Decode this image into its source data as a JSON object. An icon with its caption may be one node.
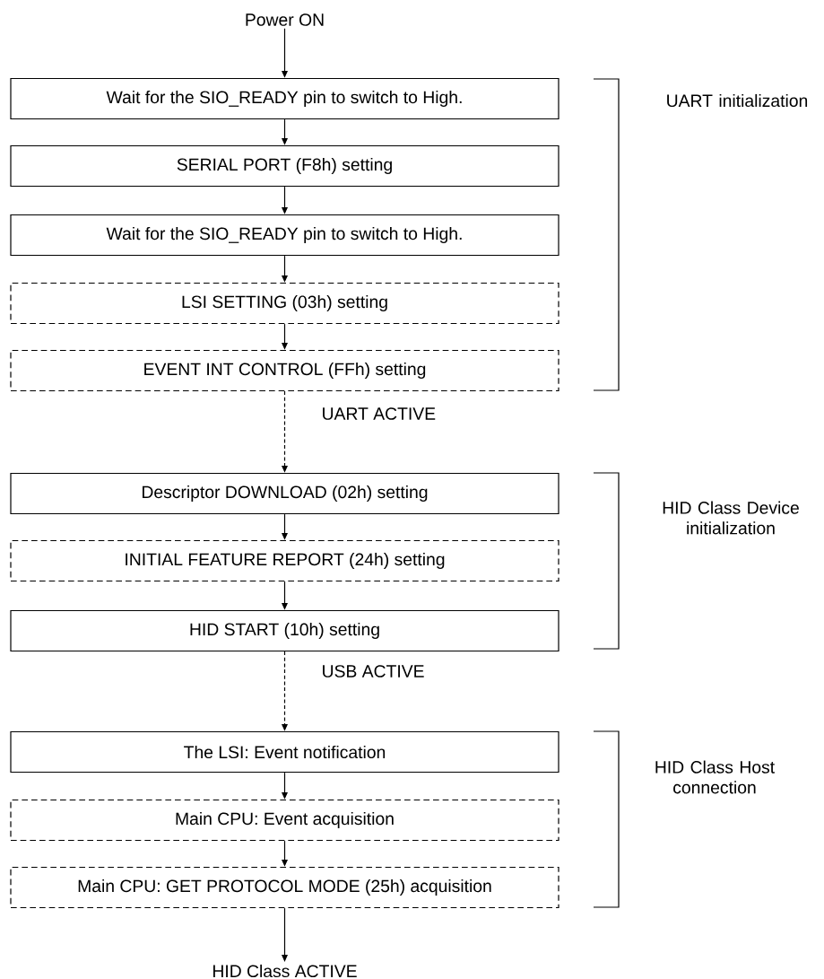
{
  "diagram": {
    "nodes": [
      {
        "text": [
          "Power ON"
        ]
      },
      {
        "text": [
          "Wait for the SIO_READY pin to switch to High."
        ]
      },
      {
        "text": [
          "SERIAL PORT (F8h) setting"
        ]
      },
      {
        "text": [
          "Wait for the SIO_READY pin to switch to High."
        ]
      },
      {
        "text": [
          "LSI SETTING (03h) setting"
        ]
      },
      {
        "text": [
          "EVENT INT CONTROL (FFh) setting"
        ]
      },
      {
        "text": [
          "Descriptor DOWNLOAD (02h) setting"
        ]
      },
      {
        "text": [
          "INITIAL FEATURE REPORT (24h) setting"
        ]
      },
      {
        "text": [
          "HID START (10h) setting"
        ]
      },
      {
        "text": [
          "The LSI: Event notification"
        ]
      },
      {
        "text": [
          "Main CPU: Event acquisition"
        ]
      },
      {
        "text": [
          "Main CPU: GET PROTOCOL MODE (25h) acquisition"
        ]
      },
      {
        "text": [
          "HID Class ACTIVE"
        ]
      }
    ],
    "edges": [
      {
        "from": 0,
        "to": 1,
        "arrow": "to"
      },
      {
        "from": 1,
        "to": 2,
        "arrow": "to"
      },
      {
        "from": 2,
        "to": 3,
        "arrow": "to"
      },
      {
        "from": 3,
        "to": 4,
        "arrow": "to"
      },
      {
        "from": 4,
        "to": 5,
        "arrow": "to"
      },
      {
        "from": 5,
        "to": 6,
        "arrow": "to",
        "style": "dashed",
        "label": "UART ACTIVE"
      },
      {
        "from": 6,
        "to": 7,
        "arrow": "to"
      },
      {
        "from": 7,
        "to": 8,
        "arrow": "to"
      },
      {
        "from": 8,
        "to": 9,
        "arrow": "to",
        "style": "dashed",
        "label": "USB ACTIVE"
      },
      {
        "from": 9,
        "to": 10,
        "arrow": "to"
      },
      {
        "from": 10,
        "to": 11,
        "arrow": "to"
      },
      {
        "from": 11,
        "to": 12,
        "arrow": "to"
      }
    ],
    "labels": [
      "UART initialization",
      "HID Class Device initialization",
      "HID Class Host connection"
    ]
  }
}
